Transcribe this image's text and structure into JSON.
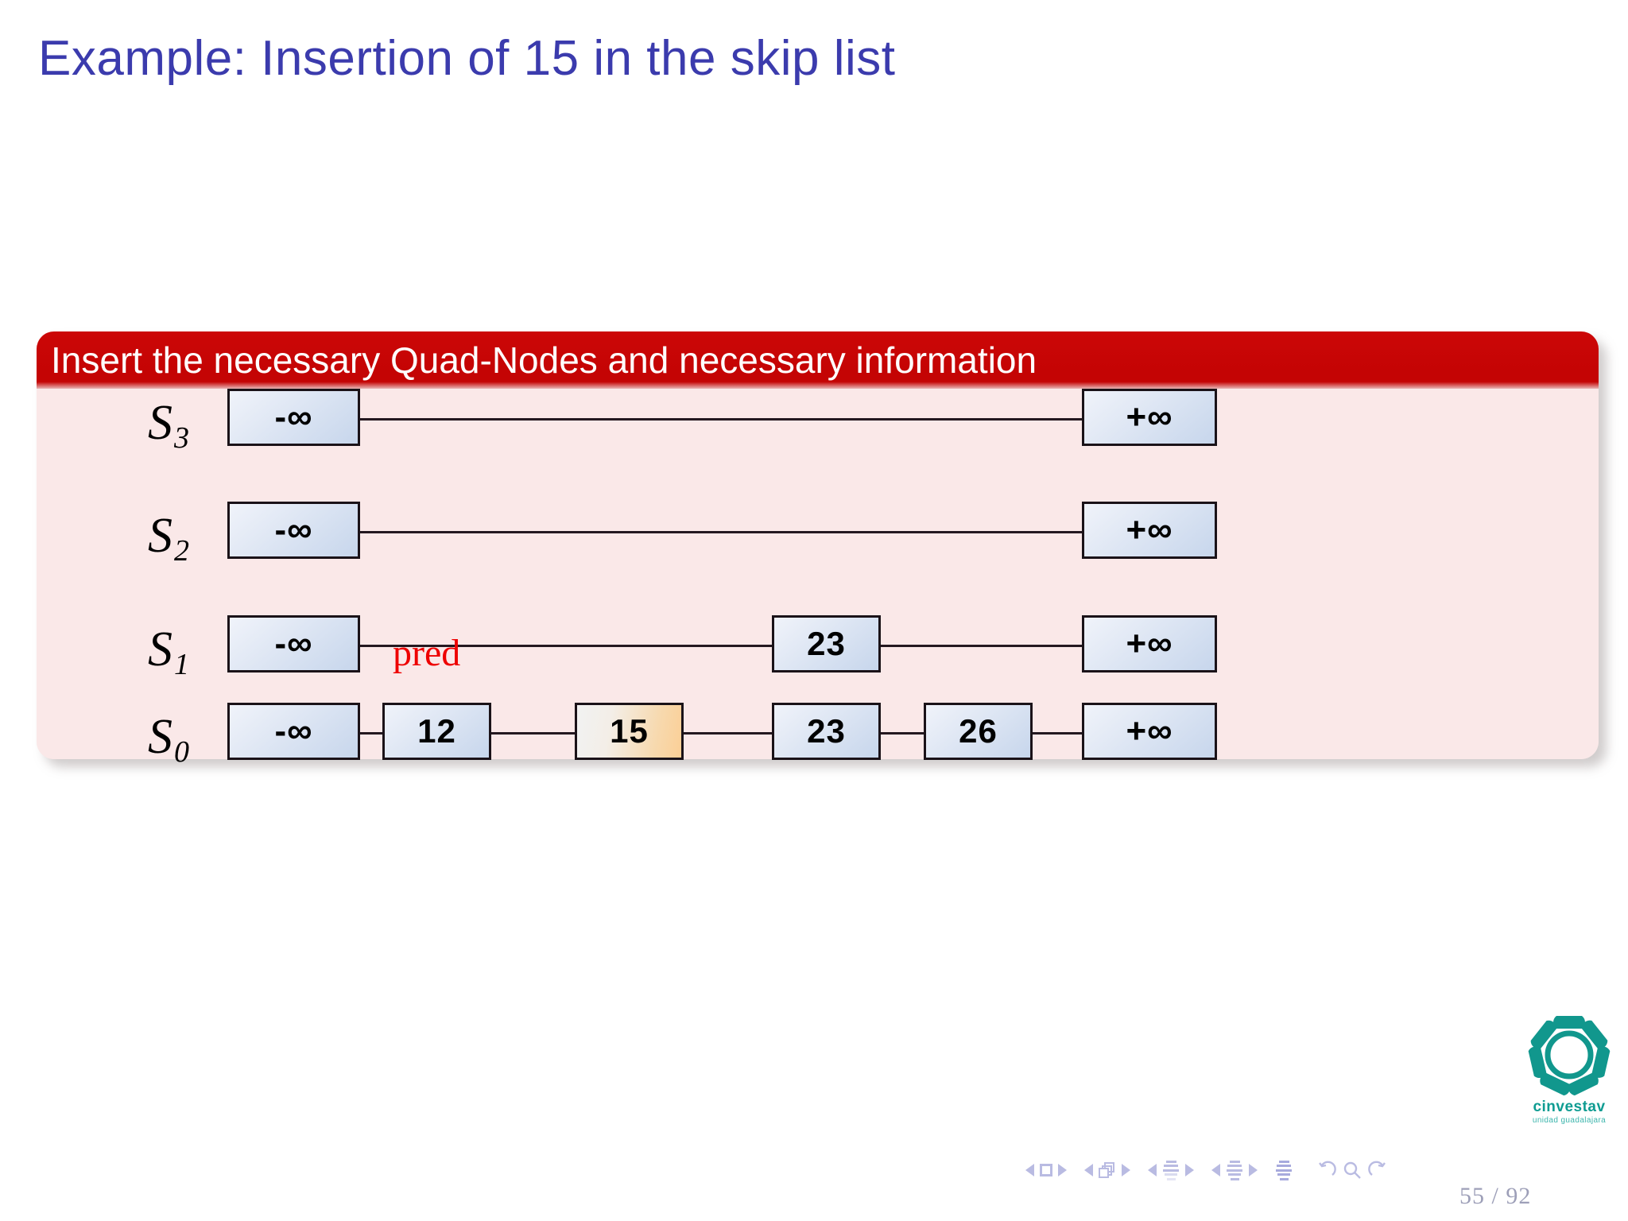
{
  "slide": {
    "title": "Example: Insertion of 15 in the skip list",
    "title_color": "#3b3bad",
    "background": "#ffffff"
  },
  "block": {
    "header_title": "Insert the necessary Quad-Nodes and necessary information",
    "header_color": "#c40404",
    "header_text_color": "#ffffff",
    "body_color": "#fae8e8"
  },
  "diagram": {
    "type": "skip-list",
    "annotation": {
      "label": "pred",
      "color": "#ee0000",
      "points_to": "12"
    },
    "levels": [
      {
        "label": "S",
        "subscript": "3",
        "nodes": [
          {
            "value": "-∞",
            "kind": "neg-infinity",
            "highlight": false
          },
          {
            "value": "+∞",
            "kind": "pos-infinity",
            "highlight": false
          }
        ]
      },
      {
        "label": "S",
        "subscript": "2",
        "nodes": [
          {
            "value": "-∞",
            "kind": "neg-infinity",
            "highlight": false
          },
          {
            "value": "+∞",
            "kind": "pos-infinity",
            "highlight": false
          }
        ]
      },
      {
        "label": "S",
        "subscript": "1",
        "nodes": [
          {
            "value": "-∞",
            "kind": "neg-infinity",
            "highlight": false
          },
          {
            "value": "23",
            "kind": "key",
            "highlight": false
          },
          {
            "value": "+∞",
            "kind": "pos-infinity",
            "highlight": false
          }
        ]
      },
      {
        "label": "S",
        "subscript": "0",
        "nodes": [
          {
            "value": "-∞",
            "kind": "neg-infinity",
            "highlight": false
          },
          {
            "value": "12",
            "kind": "key",
            "highlight": false
          },
          {
            "value": "15",
            "kind": "key",
            "highlight": true
          },
          {
            "value": "23",
            "kind": "key",
            "highlight": false
          },
          {
            "value": "26",
            "kind": "key",
            "highlight": false
          },
          {
            "value": "+∞",
            "kind": "pos-infinity",
            "highlight": false
          }
        ]
      }
    ]
  },
  "logo": {
    "name": "cinvestav",
    "subtitle": "unidad guadalajara",
    "color": "#0f9c92"
  },
  "footer": {
    "page_current": "55",
    "page_separator": "/",
    "page_total": "92",
    "page_display": "55 / 92",
    "nav_color": "#b9bbe2"
  }
}
